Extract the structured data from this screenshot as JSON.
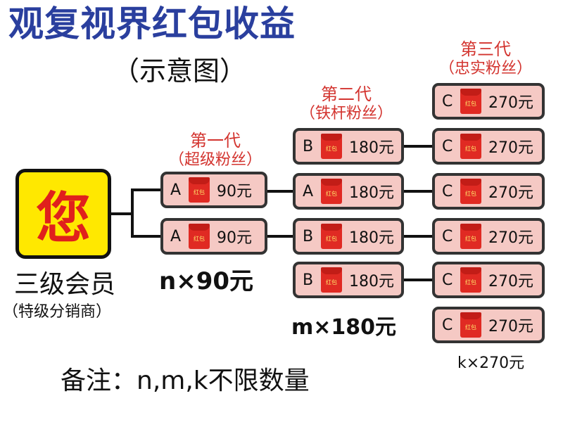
{
  "title": "观复视界红包收益",
  "subtitle": "（示意图）",
  "you": "您",
  "member": {
    "level": "三级会员",
    "type": "（特级分销商）"
  },
  "generations": [
    {
      "name": "第一代",
      "desc": "（超级粉丝）"
    },
    {
      "name": "第二代",
      "desc": "（铁杆粉丝）"
    },
    {
      "name": "第三代",
      "desc": "（忠实粉丝）"
    }
  ],
  "envelope_text": "红包",
  "gen1": [
    {
      "letter": "A",
      "amount": "90元"
    },
    {
      "letter": "A",
      "amount": "90元"
    }
  ],
  "gen2": [
    {
      "letter": "B",
      "amount": "180元"
    },
    {
      "letter": "A",
      "amount": "180元"
    },
    {
      "letter": "B",
      "amount": "180元"
    },
    {
      "letter": "B",
      "amount": "180元"
    }
  ],
  "gen3": [
    {
      "letter": "C",
      "amount": "270元"
    },
    {
      "letter": "C",
      "amount": "270元"
    },
    {
      "letter": "C",
      "amount": "270元"
    },
    {
      "letter": "C",
      "amount": "270元"
    },
    {
      "letter": "C",
      "amount": "270元"
    },
    {
      "letter": "C",
      "amount": "270元"
    }
  ],
  "multipliers": {
    "gen1": "n×90元",
    "gen2": "m×180元",
    "gen3": "k×270元"
  },
  "note": "备注：n,m,k不限数量",
  "colors": {
    "title": "#2a3f9e",
    "accent": "#d3342f",
    "node_fill": "#f5c9c4",
    "envelope": "#e02a23",
    "you_bg": "#ffe800"
  }
}
